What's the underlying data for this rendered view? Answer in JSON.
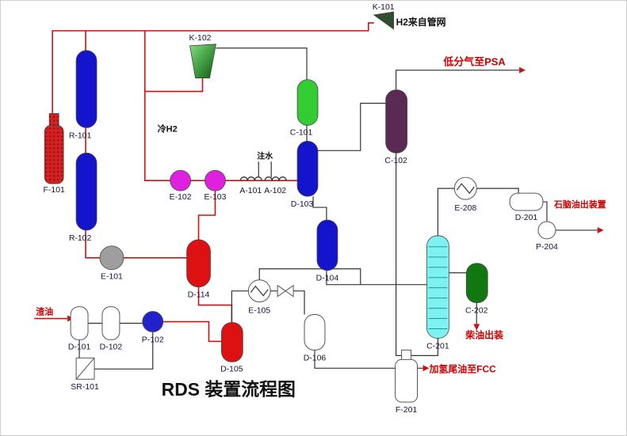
{
  "title": "RDS 装置流程图",
  "equipment": {
    "f101": "F-101",
    "r101": "R-101",
    "r102": "R-102",
    "e101": "E-101",
    "e102": "E-102",
    "e103": "E-103",
    "k101": "K-101",
    "k102": "K-102",
    "a101": "A-101",
    "a102": "A-102",
    "c101": "C-101",
    "c102": "C-102",
    "d101": "D-101",
    "d102": "D-102",
    "d103": "D-103",
    "d104": "D-104",
    "d105": "D-105",
    "d106": "D-106",
    "d114": "D-114",
    "d201": "D-201",
    "sr101": "SR-101",
    "p102": "P-102",
    "p204": "P-204",
    "e105": "E-105",
    "e208": "E-208",
    "c201": "C-201",
    "c202": "C-202",
    "f201": "F-201"
  },
  "streams": {
    "h2_supply": "H2来自管网",
    "cold_h2": "冷H2",
    "water_injection": "注水",
    "gas_to_psa": "低分气至PSA",
    "naphtha_out": "石脑油出装置",
    "diesel_out": "柴油出装",
    "tail_oil_to_fcc": "加氢尾油至FCC",
    "residue_feed": "渣油"
  },
  "colors": {
    "line_red": "#cc1111",
    "line_black": "#333333",
    "reactor_blue": "#1414cc",
    "vessel_red": "#dd1111",
    "vessel_green": "#33cc33",
    "vessel_purple": "#5a2a55",
    "vessel_cyan": "#7df2f2",
    "vessel_dark_green": "#117711",
    "compressor_dark": "#2f4f2f",
    "exchanger_magenta": "#e020e0",
    "exchanger_gray": "#9e9e9e",
    "pump_blue": "#2222cc",
    "annotation_red": "#cc0000",
    "label_text": "#14143c"
  }
}
